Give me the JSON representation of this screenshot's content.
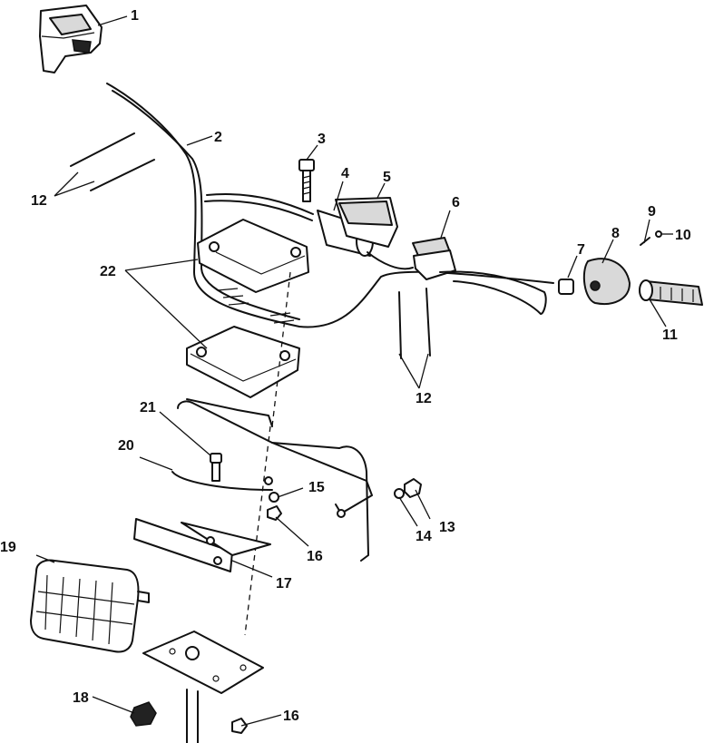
{
  "callouts": {
    "c1": "1",
    "c2": "2",
    "c3": "3",
    "c4": "4",
    "c5": "5",
    "c6": "6",
    "c7": "7",
    "c8": "8",
    "c9": "9",
    "c10": "10",
    "c11": "11",
    "c12a": "12",
    "c12b": "12",
    "c13": "13",
    "c14": "14",
    "c15": "15",
    "c16a": "16",
    "c16b": "16",
    "c17": "17",
    "c18": "18",
    "c19": "19",
    "c20": "20",
    "c21": "21",
    "c22": "22"
  }
}
